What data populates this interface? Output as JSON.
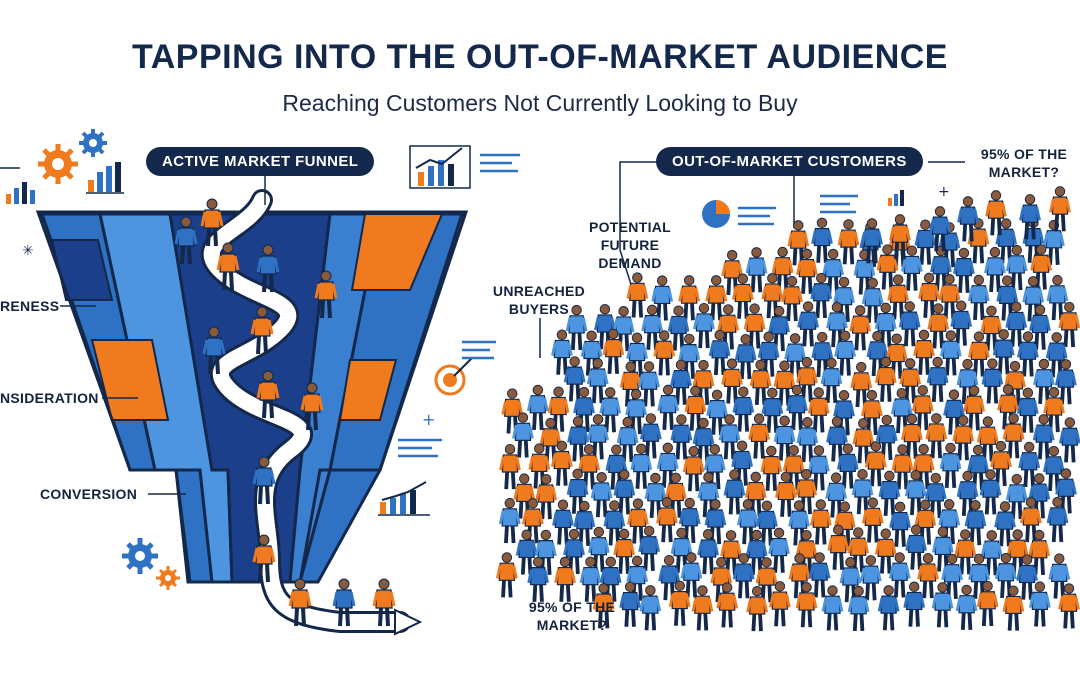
{
  "header": {
    "title": "TAPPING INTO THE OUT-OF-MARKET AUDIENCE",
    "subtitle": "Reaching Customers Not Currently Looking to Buy"
  },
  "funnel": {
    "pill": "ACTIVE MARKET FUNNEL",
    "stages": [
      "RENESS",
      "NSIDERATION",
      "CONVERSION"
    ]
  },
  "crowd": {
    "pill": "OUT-OF-MARKET CUSTOMERS",
    "top_right_label": [
      "95% OF THE",
      "MARKET?"
    ],
    "future_label": [
      "POTENTIAL",
      "FUTURE DEMAND"
    ],
    "unreached_label": [
      "UNREACHED",
      "BUYERS"
    ],
    "bottom_label": [
      "95% OF THE",
      "MARKET?"
    ]
  },
  "colors": {
    "navy": "#13284a",
    "blue": "#2f72c4",
    "light_blue": "#4d95e0",
    "dark_blue": "#1b3f8a",
    "orange": "#f07a1e"
  },
  "icons": [
    "gear-icon",
    "bar-chart-icon",
    "pie-chart-icon",
    "target-icon",
    "trend-chart-icon"
  ]
}
